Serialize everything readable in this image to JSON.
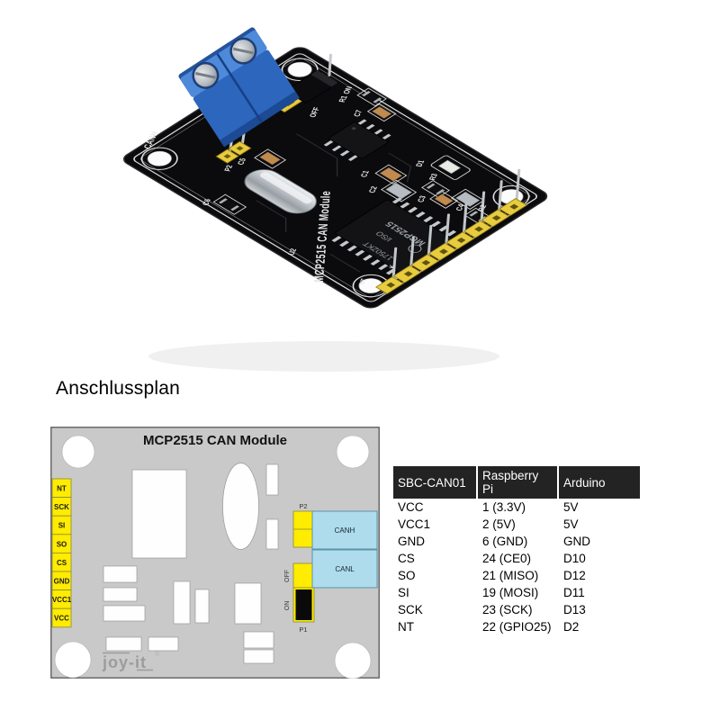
{
  "page": {
    "background": "#ffffff"
  },
  "photo": {
    "name": "MCP2515 CAN module product photo",
    "silkscreen": {
      "module_name": "MCP2515 CAN Module",
      "canh": "CANH",
      "p2": "P2",
      "c5": "C5",
      "c6": "C6",
      "c7": "C7",
      "r1": "R1",
      "r2": "R2",
      "r3": "R3",
      "c1": "C1",
      "c2": "C2",
      "c3": "C3",
      "c4": "C4",
      "d1": "D1",
      "u2": "U2",
      "on": "ON",
      "off": "OFF",
      "pin_label_fragment_sck": "K",
      "pin_label_fragment_int": "NT"
    },
    "ic_marking": {
      "line1": "MCP2515",
      "line2": "I/SO",
      "line3": "1750ZKT"
    }
  },
  "heading": {
    "text": "Anschlussplan"
  },
  "diagram": {
    "title": "MCP2515 CAN Module",
    "left_pins": [
      "NT",
      "SCK",
      "SI",
      "SO",
      "CS",
      "GND",
      "VCC1",
      "VCC"
    ],
    "p2_label": "P2",
    "p1_label": "P1",
    "off_label": "OFF",
    "on_label": "ON",
    "canh_label": "CANH",
    "canl_label": "CANL",
    "logo": "joy-it",
    "logo_reg": "®",
    "colors": {
      "board": "#c9c9c9",
      "pin_yellow": "#ffec00",
      "can_blue": "#aedcec",
      "jumper_black": "#0a0a0a"
    }
  },
  "table": {
    "headers": [
      "SBC-CAN01",
      "Raspberry Pi",
      "Arduino"
    ],
    "rows": [
      [
        "VCC",
        "1 (3.3V)",
        "5V"
      ],
      [
        "VCC1",
        "2 (5V)",
        "5V"
      ],
      [
        "GND",
        "6 (GND)",
        "GND"
      ],
      [
        "CS",
        "24 (CE0)",
        "D10"
      ],
      [
        "SO",
        "21 (MISO)",
        "D12"
      ],
      [
        "SI",
        "19 (MOSI)",
        "D11"
      ],
      [
        "SCK",
        "23 (SCK)",
        "D13"
      ],
      [
        "NT",
        "22 (GPIO25)",
        "D2"
      ]
    ],
    "header_bg": "#232323",
    "header_text_color": "#ffffff"
  }
}
